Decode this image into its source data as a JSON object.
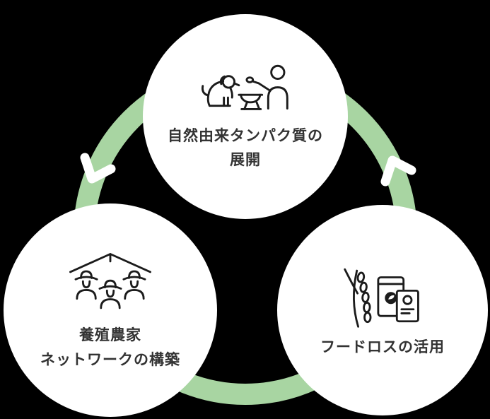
{
  "diagram": {
    "background_color": "#000000",
    "ring_color": "#a8d5a2",
    "arrow_color": "#ffffff",
    "node_fill": "#ffffff",
    "text_color": "#333333",
    "icon_stroke_color": "#1b1b1b",
    "nodes": {
      "top": {
        "icon": "person-feeding-dog-icon",
        "line1": "自然由来タンパク質の",
        "line2": "展開"
      },
      "bottom_left": {
        "icon": "farmers-network-icon",
        "line1": "養殖農家",
        "line2": "ネットワークの構築"
      },
      "bottom_right": {
        "icon": "food-loss-icon",
        "line1": "フードロスの活用"
      }
    }
  }
}
